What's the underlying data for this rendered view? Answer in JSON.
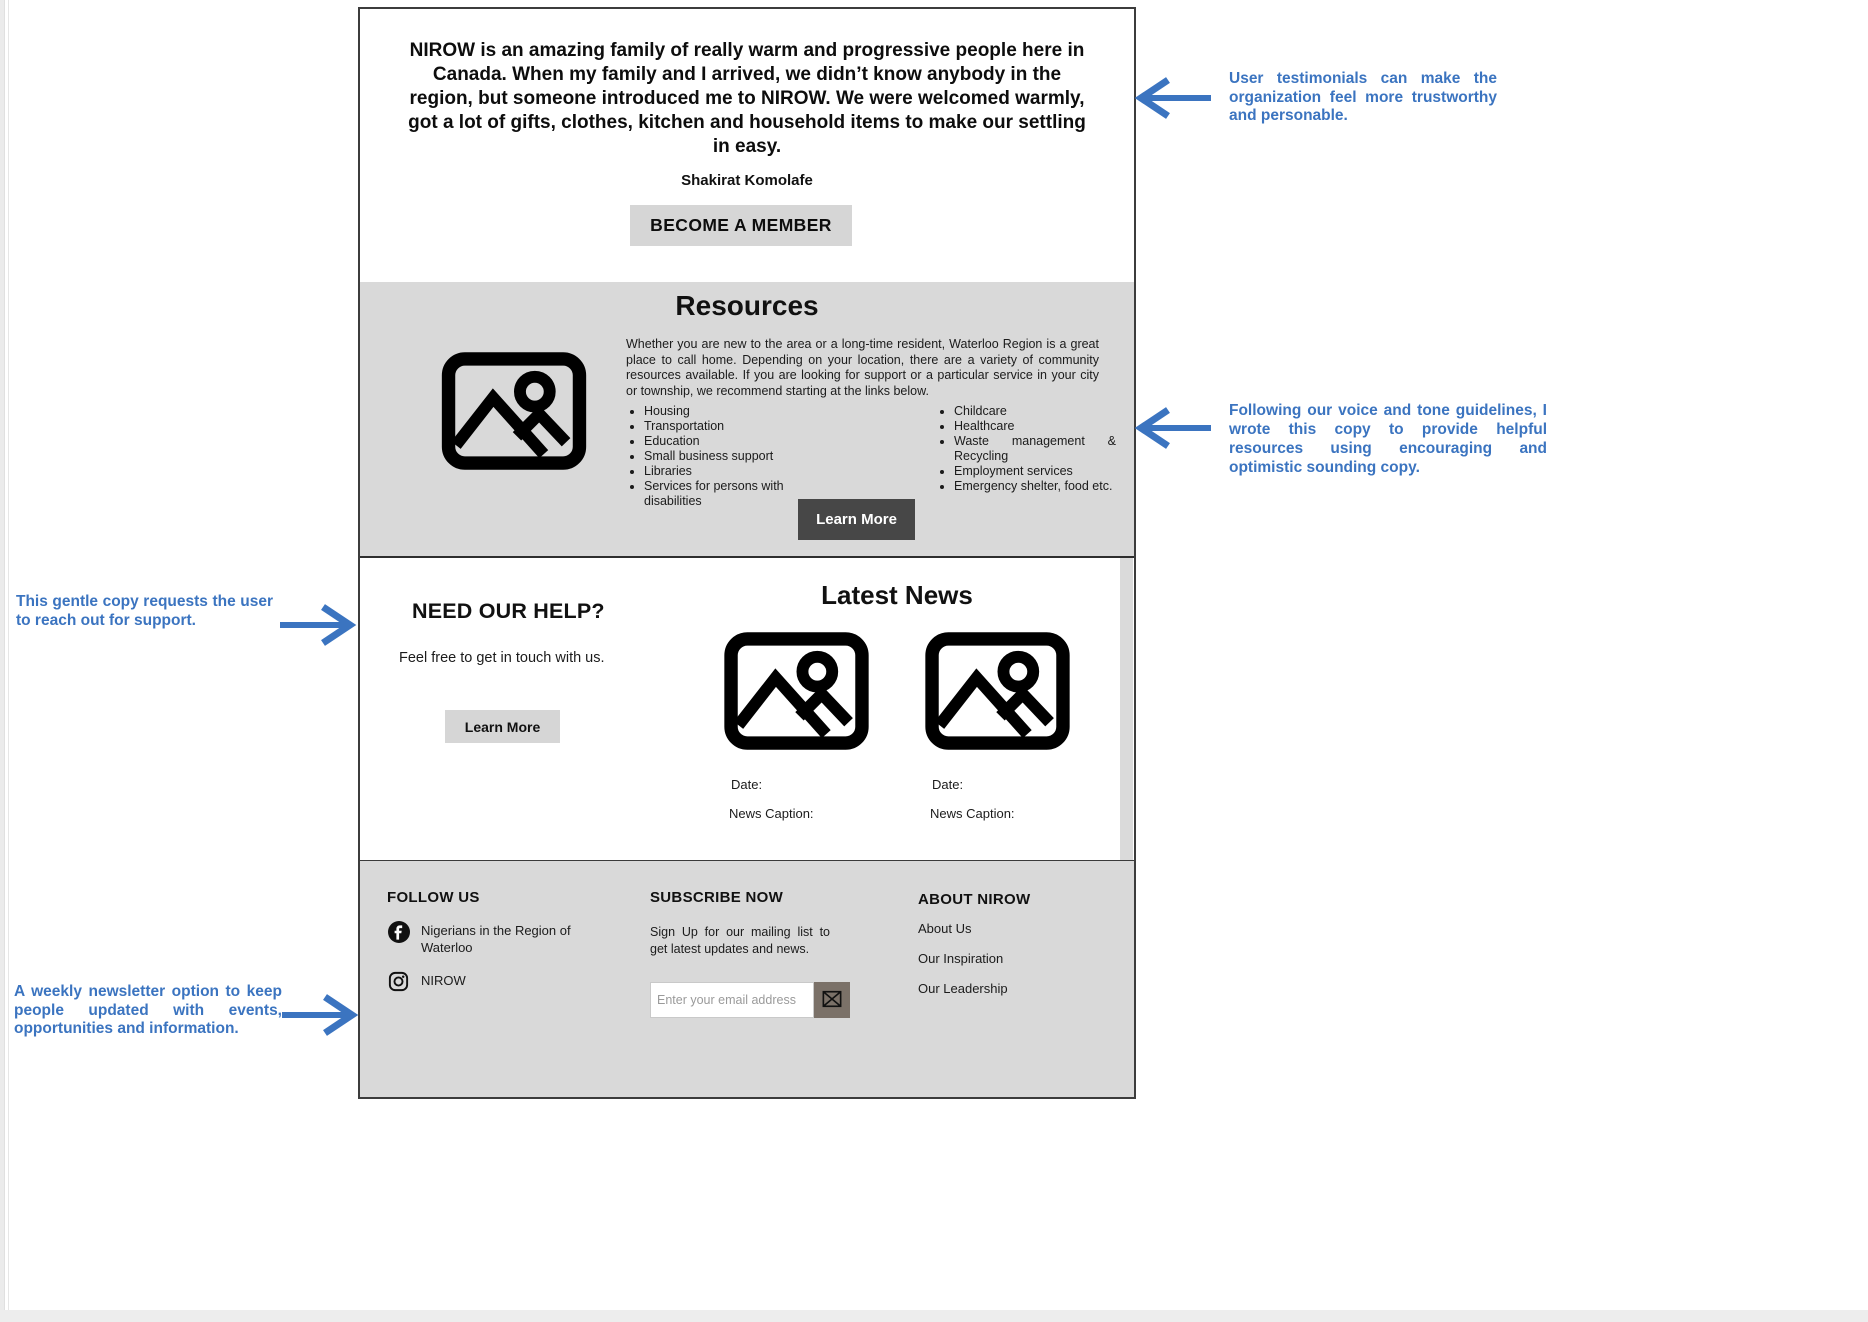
{
  "colors": {
    "annotation_blue": "#3b74c0",
    "section_gray": "#d9d9d9",
    "dark_button": "#474747",
    "light_button": "#d6d6d6",
    "subscribe_button": "#7b7168"
  },
  "testimonial": {
    "quote": "NIROW is an amazing family of really warm and progressive people here in Canada. When my family and I arrived, we didn’t know anybody in the region, but someone introduced me to NIROW. We were welcomed warmly, got a lot of gifts, clothes, kitchen and household items to make our settling in easy.",
    "author": "Shakirat Komolafe",
    "cta": "BECOME A MEMBER"
  },
  "resources": {
    "title": "Resources",
    "intro": "Whether you are new to the area or a long-time resident, Waterloo Region is a great place to call home. Depending on your location, there are a variety of community resources available. If you are looking for support or a particular service in your city or township, we recommend starting at the links below.",
    "bullets_left": [
      "Housing",
      "Transportation",
      "Education",
      "Small business support",
      "Libraries",
      "Services for persons with disabilities"
    ],
    "bullets_right": [
      "Childcare",
      "Healthcare",
      "Waste management & Recycling",
      "Employment services",
      "Emergency shelter, food etc."
    ],
    "cta": "Learn More"
  },
  "help": {
    "title": "NEED OUR HELP?",
    "subtitle": "Feel free to get in touch with us.",
    "cta": "Learn More"
  },
  "news": {
    "title": "Latest News",
    "items": [
      {
        "date_label": "Date:",
        "caption_label": "News Caption:"
      },
      {
        "date_label": "Date:",
        "caption_label": "News Caption:"
      }
    ]
  },
  "footer": {
    "follow": {
      "title": "FOLLOW US",
      "facebook": "Nigerians in the Region of Waterloo",
      "instagram": "NIROW"
    },
    "subscribe": {
      "title": "SUBSCRIBE NOW",
      "text": "Sign Up for our mailing list to get latest updates and news.",
      "email_placeholder": "Enter your email address"
    },
    "about": {
      "title": "ABOUT NIROW",
      "links": [
        "About Us",
        "Our Inspiration",
        "Our Leadership"
      ]
    }
  },
  "annotations": [
    {
      "text": "User testimonials can make the organization feel more trustworthy and personable."
    },
    {
      "text": "Following our voice and tone guidelines, I wrote this copy to provide helpful resources using encouraging and optimistic sounding copy."
    },
    {
      "text": "This gentle copy requests the user to reach out for support."
    },
    {
      "text": "A weekly newsletter option to keep people updated with events, opportunities and information."
    }
  ]
}
